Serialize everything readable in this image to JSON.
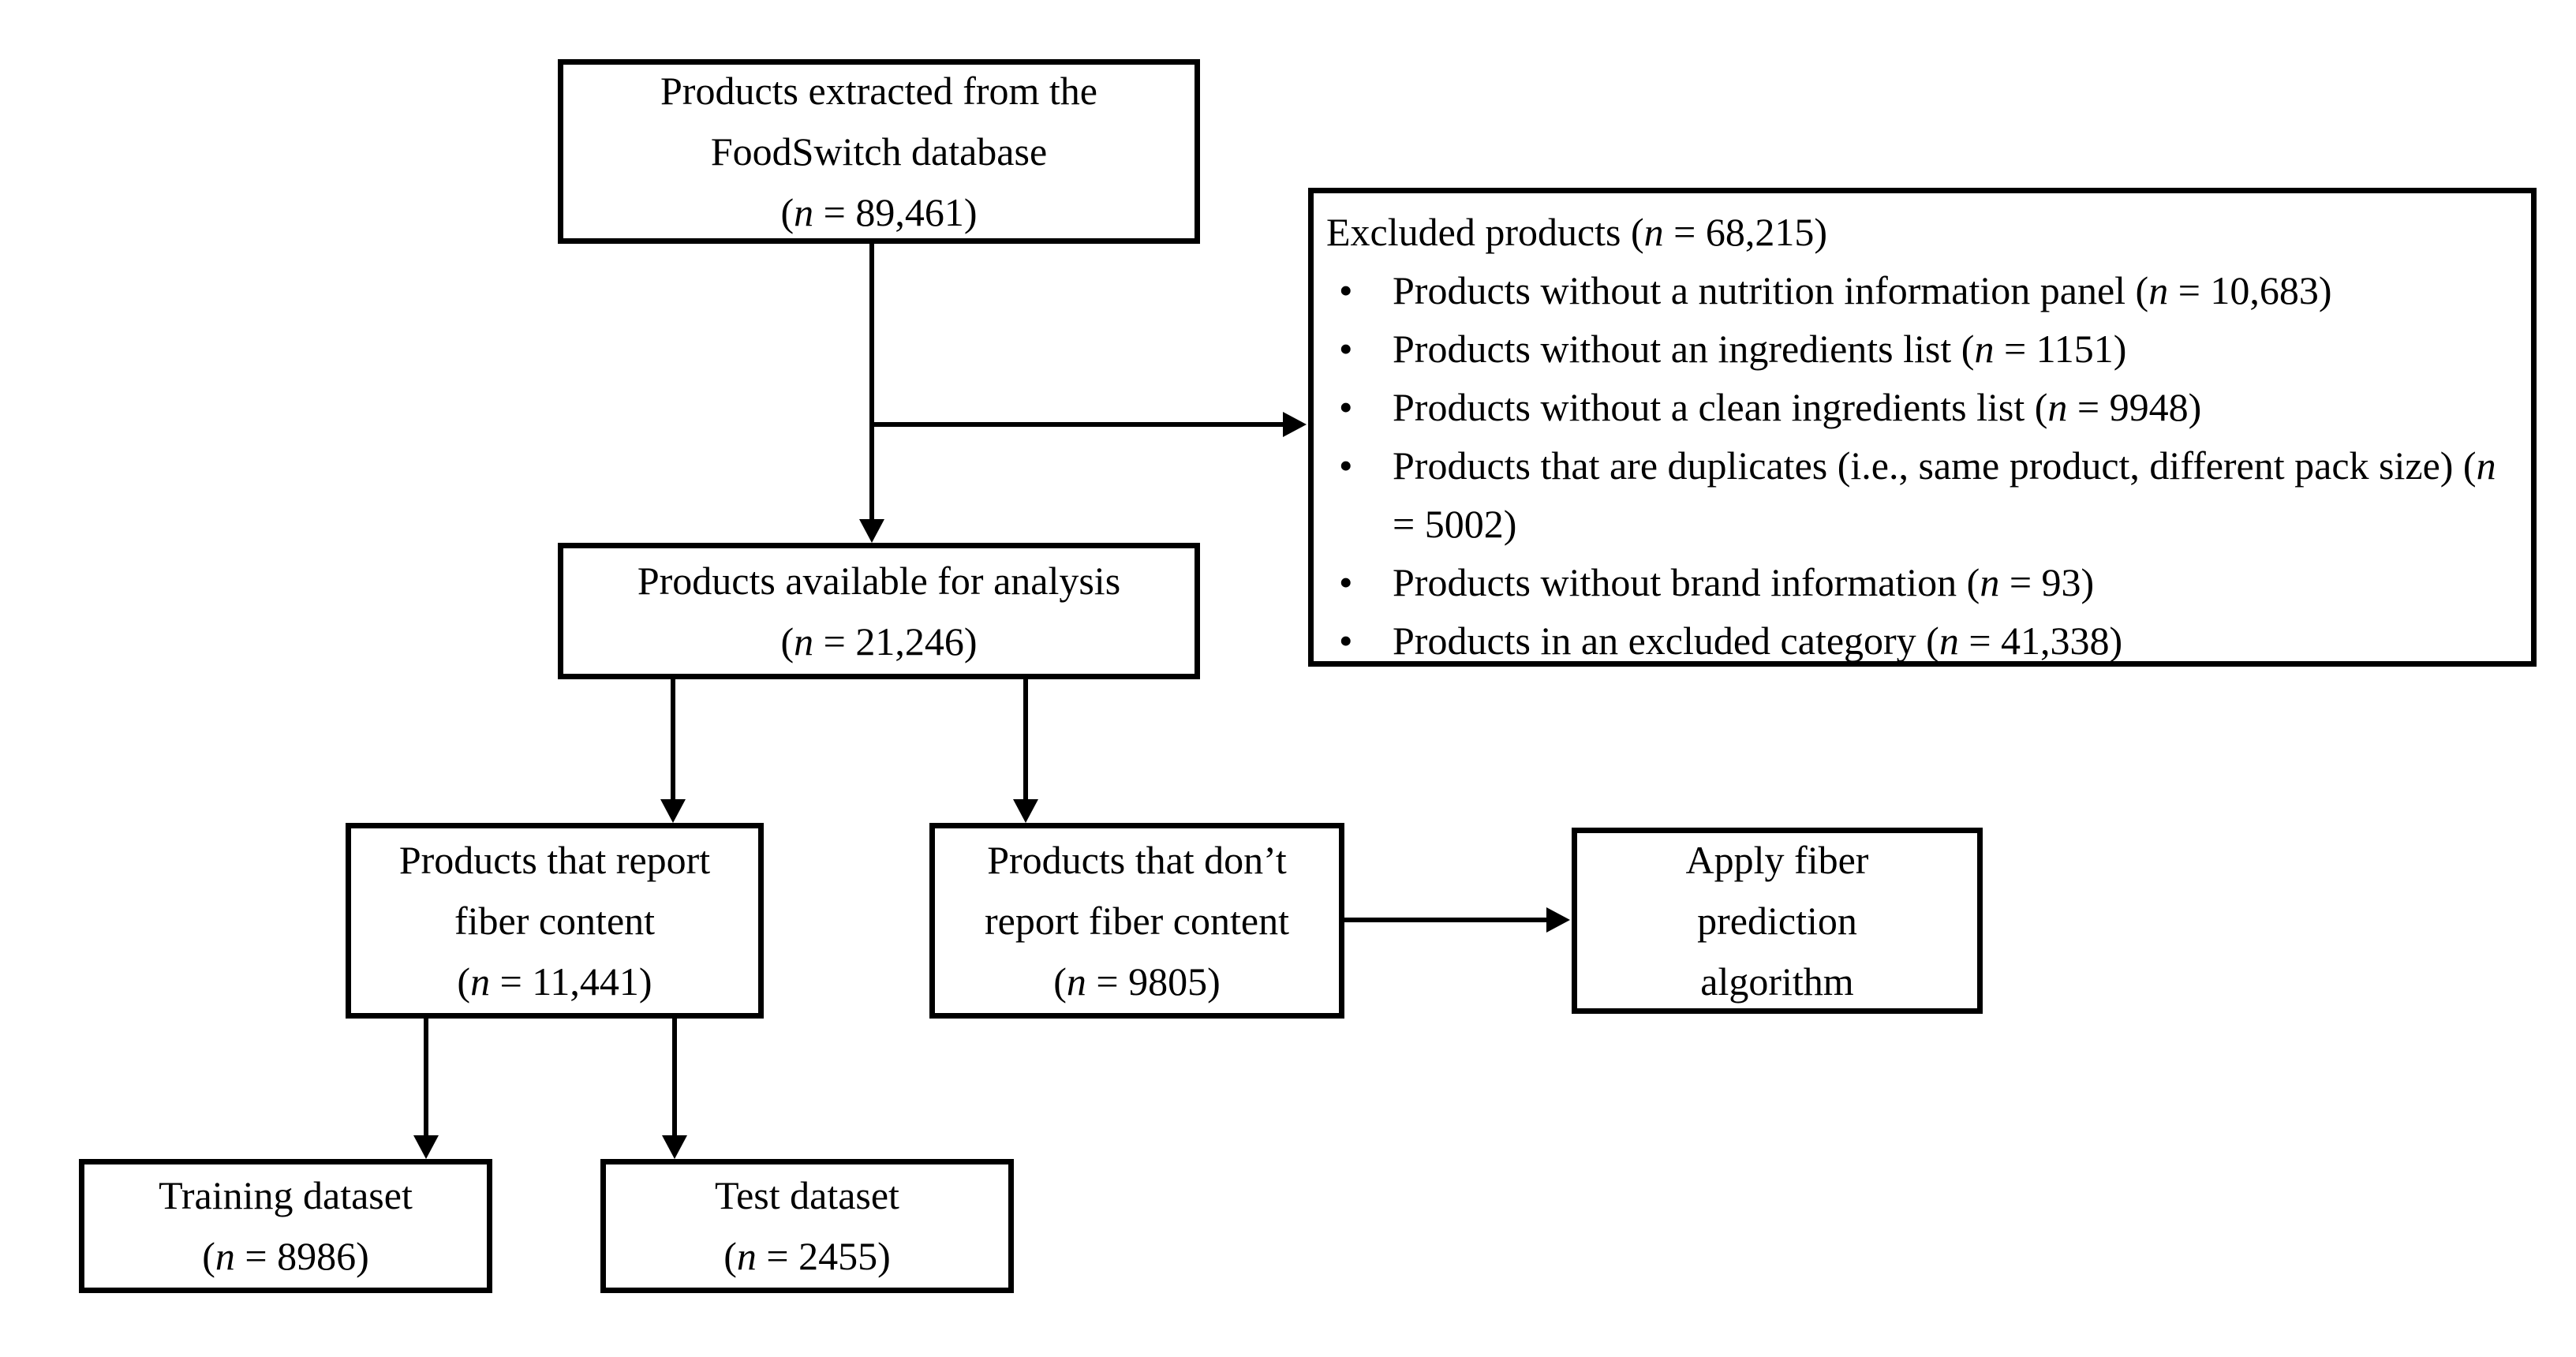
{
  "figure": {
    "background_color": "#ffffff",
    "line_color": "#000000",
    "text_color": "#000000"
  },
  "boxes": {
    "extracted": {
      "line1": "Products extracted from the",
      "line2": "FoodSwitch database",
      "n_open": "(",
      "n_sym": "n",
      "n_rest": " = 89,461)"
    },
    "excluded": {
      "title_text": "Excluded products (",
      "title_n": "n",
      "title_rest": " = 68,215)",
      "bullet_char": "•",
      "items": [
        {
          "text": "Products without a nutrition information panel (",
          "n": "n",
          "rest": " = 10,683)"
        },
        {
          "text": "Products without an ingredients list (",
          "n": "n",
          "rest": " = 1151)"
        },
        {
          "text": "Products without a clean ingredients list (",
          "n": "n",
          "rest": " = 9948)"
        },
        {
          "text": "Products that are duplicates (i.e., same product, different pack size) (",
          "n": "n",
          "rest": " = 5002)"
        },
        {
          "text": "Products without brand information (",
          "n": "n",
          "rest": " = 93)"
        },
        {
          "text": "Products in an excluded category (",
          "n": "n",
          "rest": " = 41,338)"
        }
      ]
    },
    "available": {
      "line1": "Products available for analysis",
      "n_open": "(",
      "n_sym": "n",
      "n_rest": " = 21,246)"
    },
    "report": {
      "line1": "Products that report",
      "line2": "fiber content",
      "n_open": "(",
      "n_sym": "n",
      "n_rest": " = 11,441)"
    },
    "noreport": {
      "line1": "Products that don’t",
      "line2": "report fiber content",
      "n_open": "(",
      "n_sym": "n",
      "n_rest": " = 9805)"
    },
    "apply": {
      "line1": "Apply fiber",
      "line2": "prediction",
      "line3": "algorithm"
    },
    "training": {
      "line1": "Training dataset",
      "n_open": "(",
      "n_sym": "n",
      "n_rest": " = 8986)"
    },
    "test": {
      "line1": "Test dataset",
      "n_open": "(",
      "n_sym": "n",
      "n_rest": " = 2455)"
    }
  }
}
